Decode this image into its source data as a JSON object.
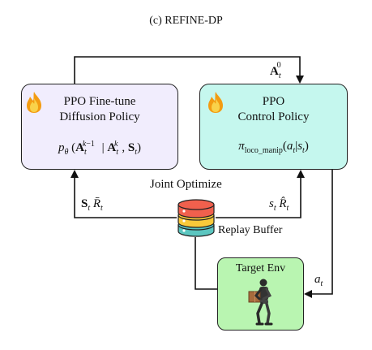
{
  "title": "(c) REFINE-DP",
  "left_box": {
    "title_line1": "PPO Fine-tune",
    "title_line2": "Diffusion Policy",
    "formula": "p_θ(A_t^{k-1} | A_t^k, S_t)",
    "icon": "fire-icon",
    "fill": "#f1edfd"
  },
  "right_box": {
    "title_line1": "PPO",
    "title_line2": "Control Policy",
    "formula": "π_loco_manip(a_t|s_t)",
    "icon": "fire-icon",
    "fill": "#c5f7ee"
  },
  "labels": {
    "top_arrow": "A_t^0",
    "joint_optimize": "Joint Optimize",
    "left_return": "S_t R̄_t",
    "right_return": "s_t R̂_t",
    "replay_buffer": "Replay Buffer",
    "action": "a_t"
  },
  "env": {
    "title": "Target Env",
    "icon": "humanoid-robot-carrying-box",
    "fill": "#b9f5b1"
  },
  "colors": {
    "buffer_top": "#f0604d",
    "buffer_mid": "#f9c93a",
    "buffer_bottom": "#5cc6c0"
  }
}
